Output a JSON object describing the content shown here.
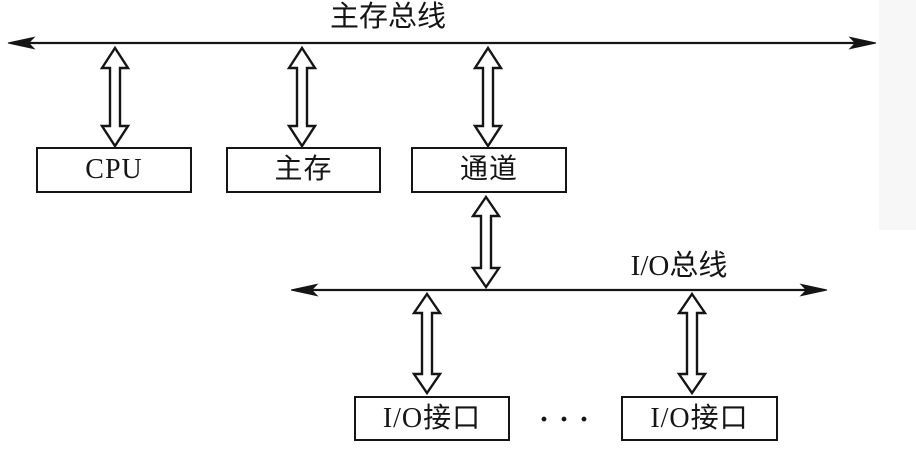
{
  "diagram": {
    "main_bus": {
      "label": "主存总线"
    },
    "io_bus": {
      "label": "I/O总线"
    },
    "boxes": {
      "cpu": {
        "label": "CPU"
      },
      "main_memory": {
        "label": "主存"
      },
      "channel": {
        "label": "通道"
      },
      "io_interface_left": {
        "label": "I/O接口"
      },
      "io_interface_right": {
        "label": "I/O接口"
      }
    },
    "ellipsis": "···",
    "colors": {
      "ink": "#151515",
      "background": "#ffffff"
    }
  }
}
